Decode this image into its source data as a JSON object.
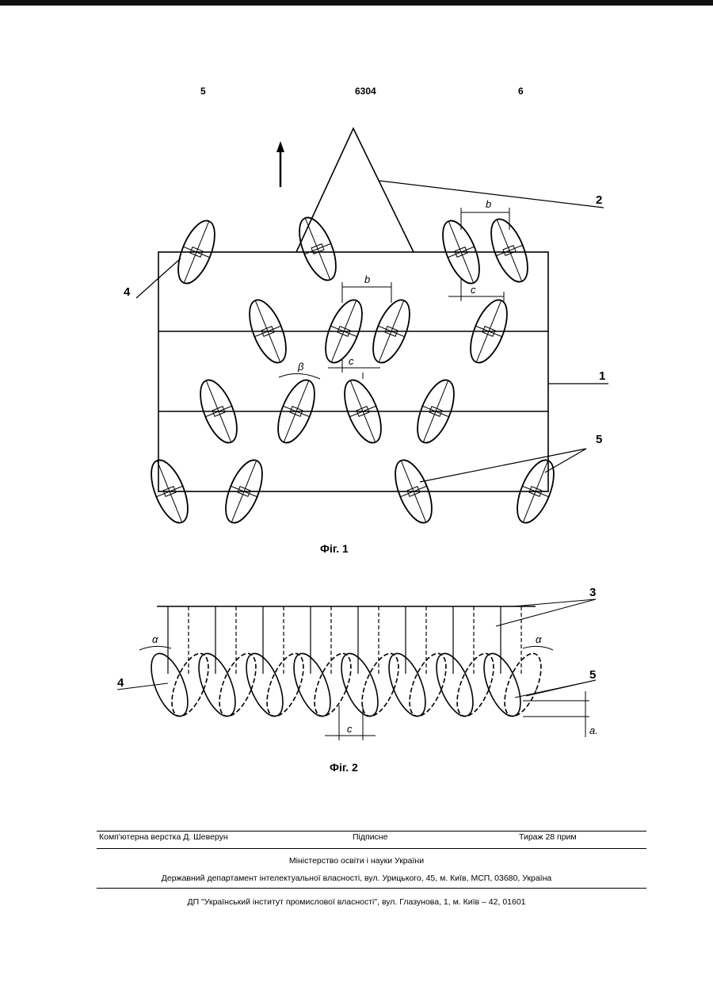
{
  "header": {
    "left_page": "5",
    "patent_number": "6304",
    "right_page": "6"
  },
  "figure1": {
    "caption": "Фіг. 1",
    "labels": {
      "ref_1": "1",
      "ref_2": "2",
      "ref_4": "4",
      "ref_5": "5",
      "dim_b_top": "b",
      "dim_c_top": "c",
      "dim_b_mid": "b",
      "dim_c_mid": "c",
      "angle_beta": "β"
    }
  },
  "figure2": {
    "caption": "Фіг. 2",
    "labels": {
      "ref_3": "3",
      "ref_4": "4",
      "ref_5": "5",
      "angle_left": "α",
      "angle_right": "α",
      "dim_c": "c",
      "dim_a": "a."
    }
  },
  "footer": {
    "typesetting": "Комп'ютерна верстка Д. Шеверун",
    "subscription": "Підписне",
    "print_run": "Тираж 28 прим",
    "ministry": "Міністерство освіти і науки України",
    "department": "Державний департамент інтелектуальної власності, вул. Урицького, 45, м. Київ, МСП, 03680, Україна",
    "institute": "ДП \"Український інститут промислової власності\", вул. Глазунова, 1, м. Київ – 42, 01601"
  }
}
